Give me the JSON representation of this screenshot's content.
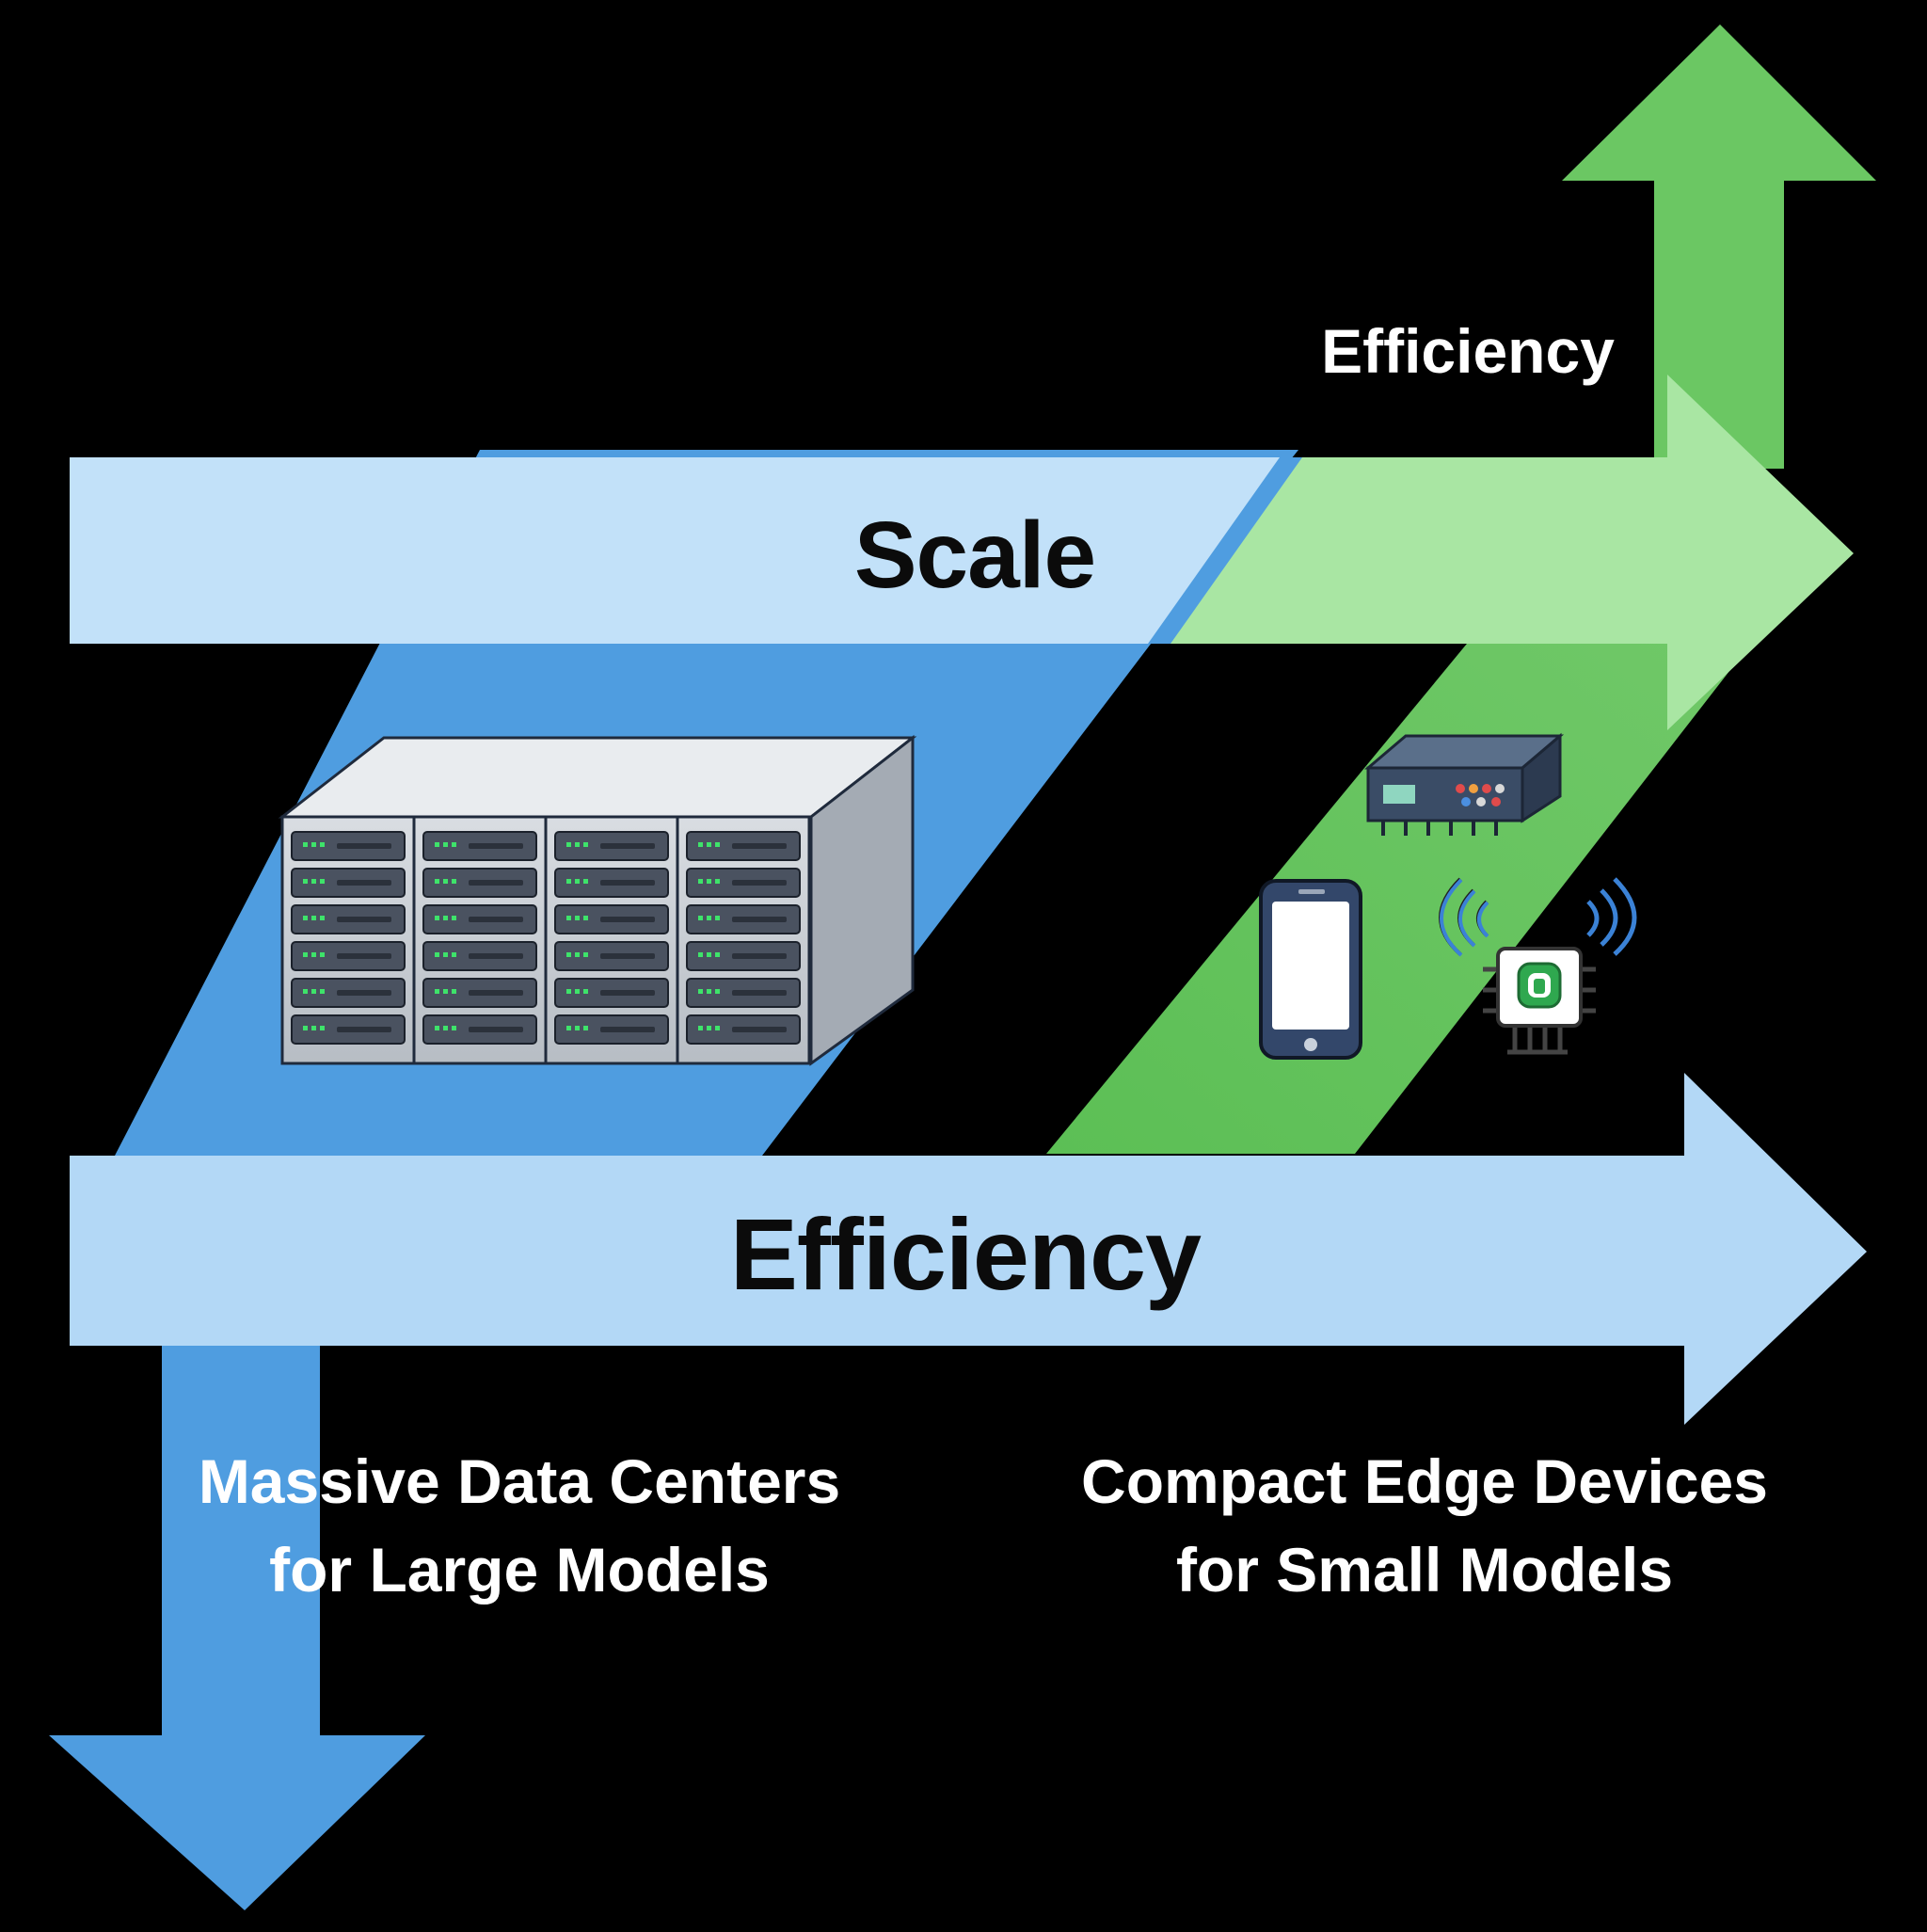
{
  "diagram": {
    "scale_label": "Scale",
    "efficiency_main_label": "Efficiency",
    "efficiency_top_label": "Efficiency",
    "left_caption": {
      "line1": "Massive Data Centers",
      "line2": "for Large Models"
    },
    "right_caption": {
      "line1": "Compact Edge Devices",
      "line2": "for Small Models"
    },
    "icons": [
      "server-rack-icon",
      "edge-box-icon",
      "smartphone-icon",
      "iot-chip-icon"
    ]
  },
  "colors": {
    "background": "#000000",
    "light_blue": "#b9dcf8",
    "mid_blue": "#4f9de0",
    "light_green": "#a6e3a0",
    "green": "#63c05a",
    "text_dark": "#0b0b0b",
    "text_light": "#ffffff"
  }
}
